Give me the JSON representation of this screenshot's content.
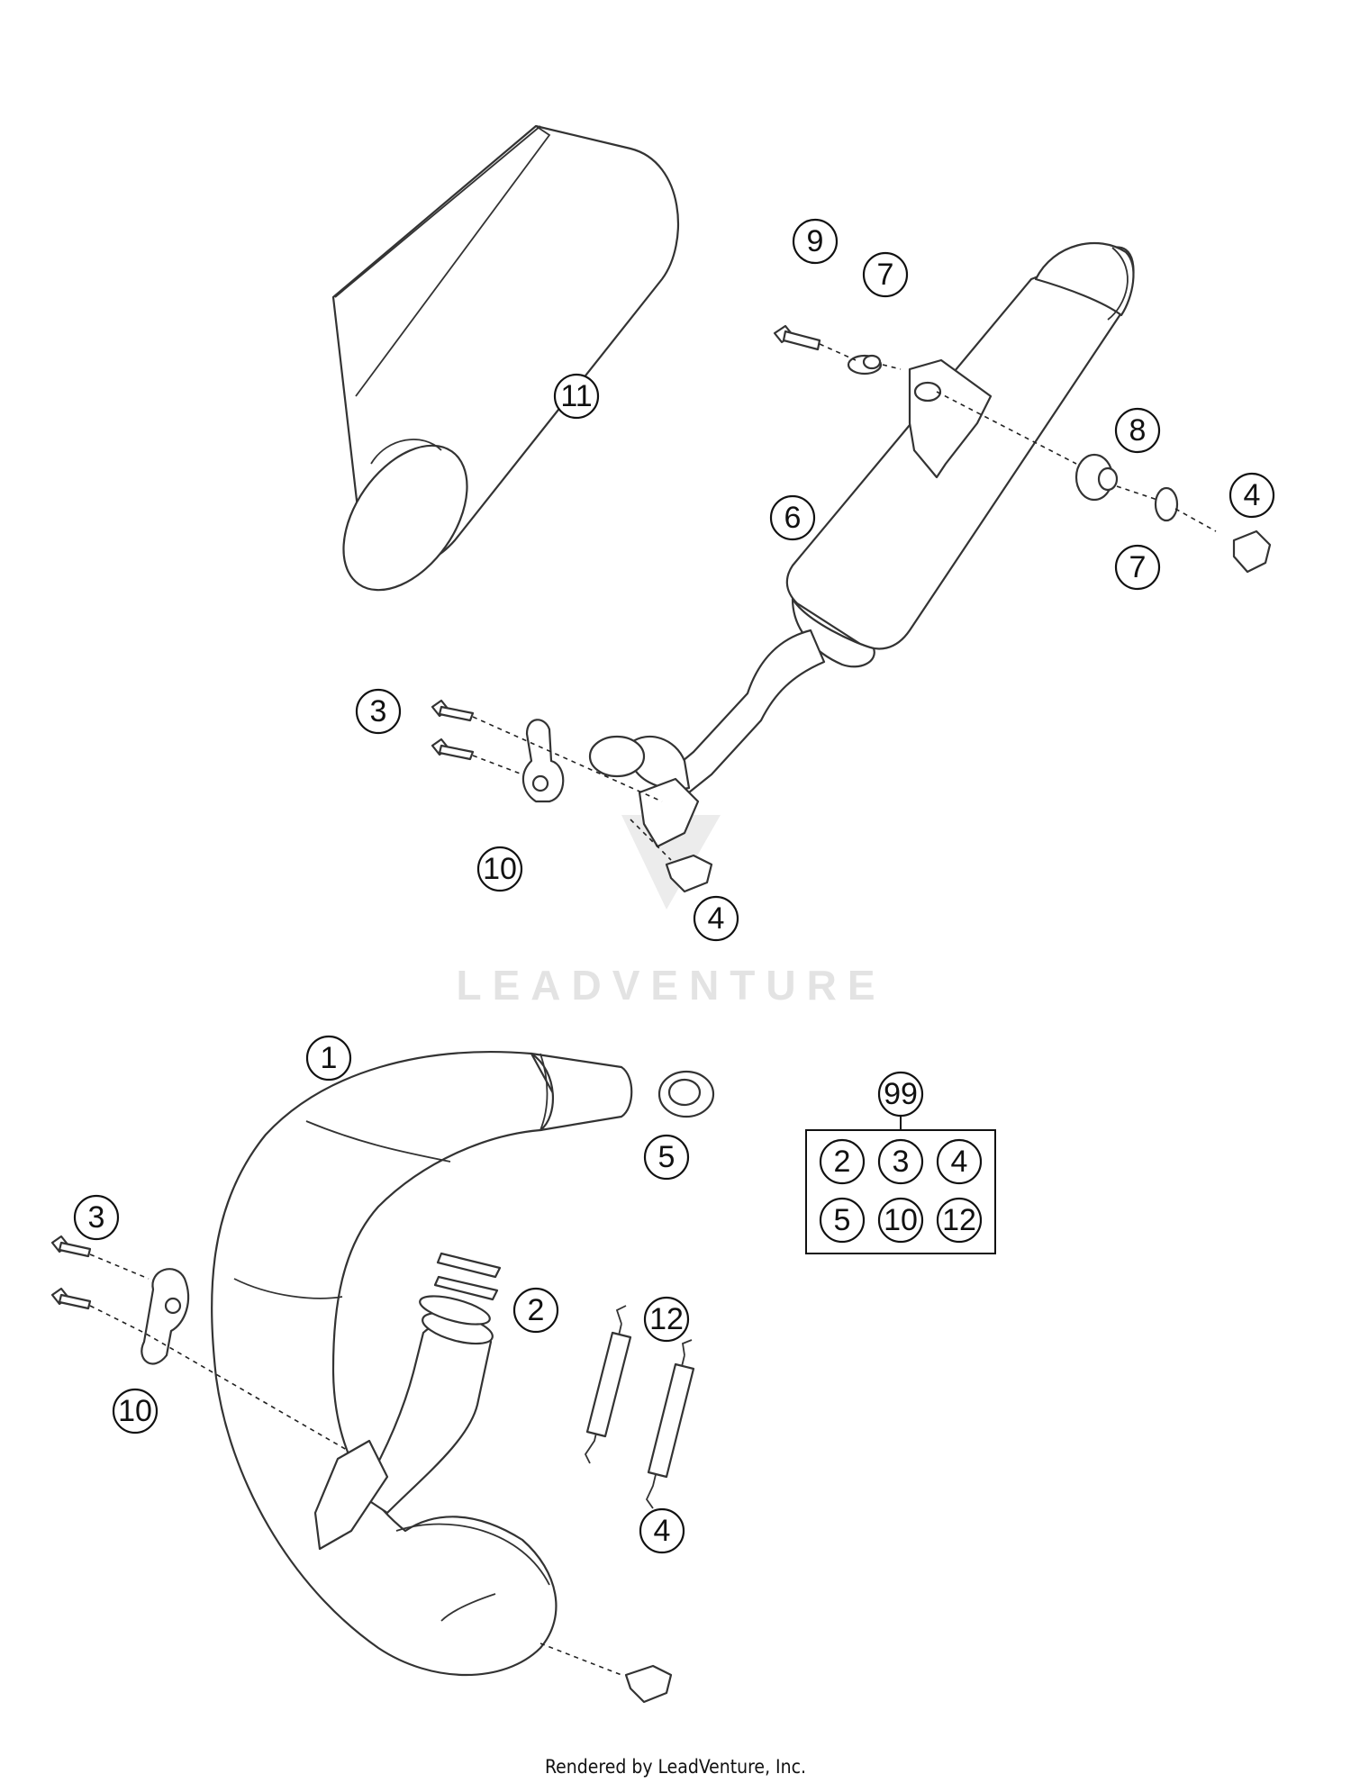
{
  "watermark": {
    "text": "LEADVENTURE"
  },
  "footer": {
    "text": "Rendered by LeadVenture, Inc."
  },
  "callouts": {
    "c1": "1",
    "c2": "2",
    "c3a": "3",
    "c3b": "3",
    "c4a": "4",
    "c4b": "4",
    "c4c": "4",
    "c5": "5",
    "c6": "6",
    "c7a": "7",
    "c7b": "7",
    "c8": "8",
    "c9": "9",
    "c10a": "10",
    "c10b": "10",
    "c11": "11",
    "c12": "12"
  },
  "kit": {
    "number": "99",
    "items": [
      "2",
      "3",
      "4",
      "5",
      "10",
      "12"
    ]
  }
}
